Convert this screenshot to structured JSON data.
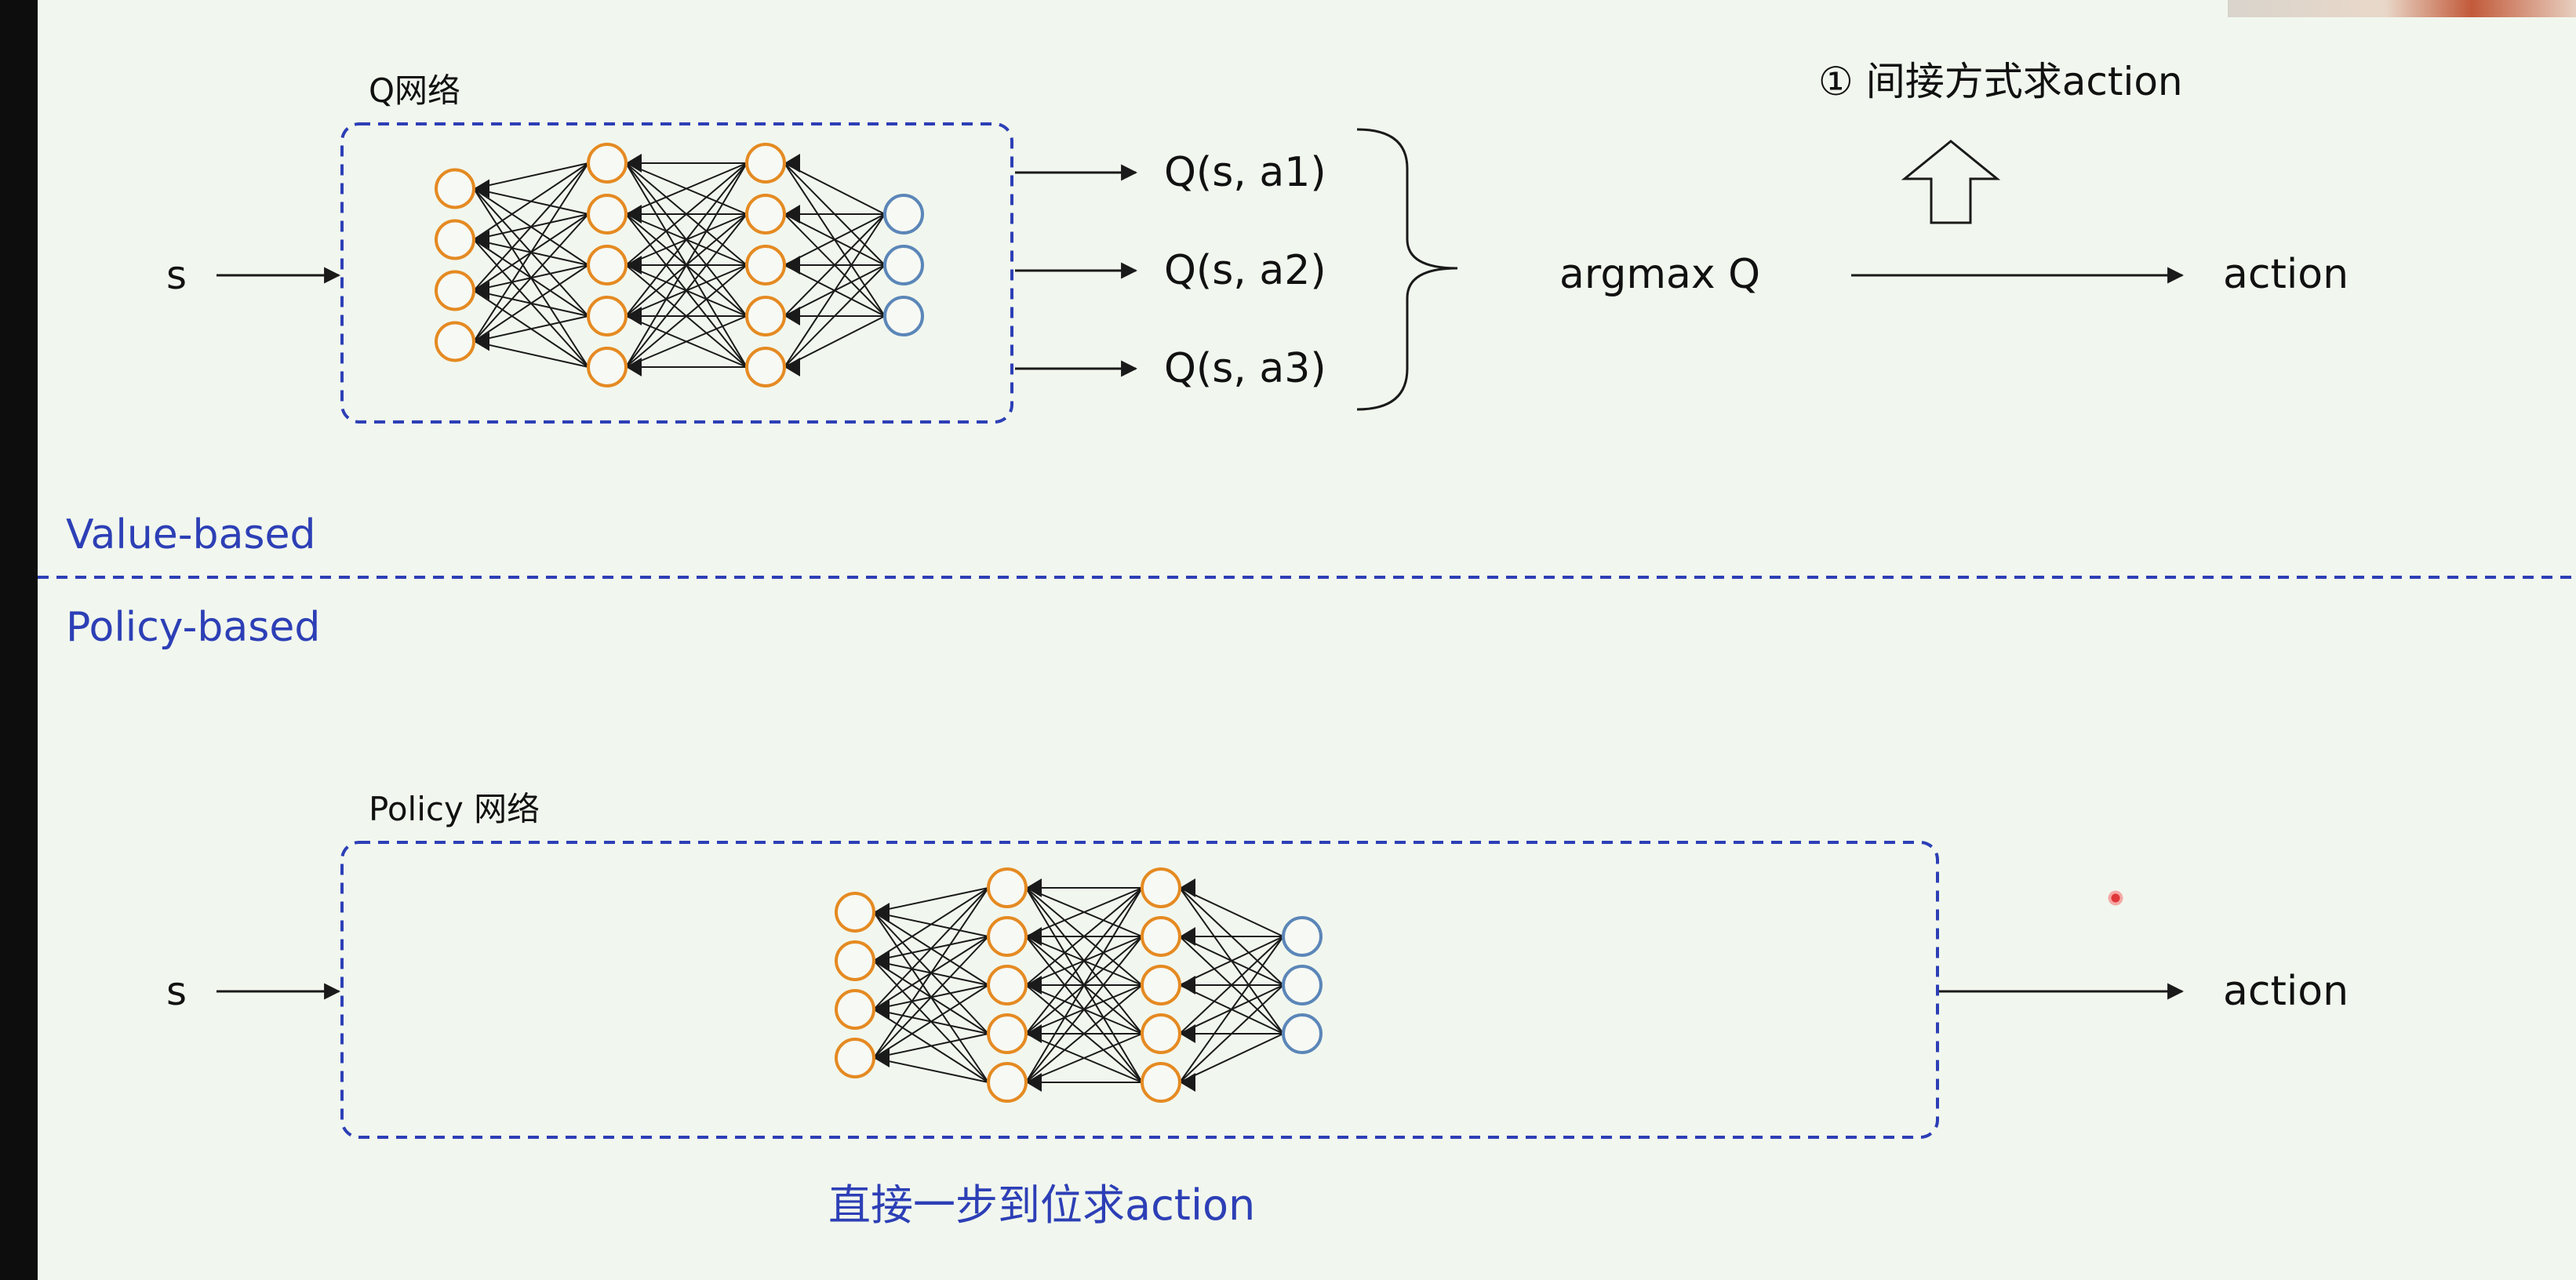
{
  "colors": {
    "background": "#f1f7ee",
    "accent_blue": "#2d3fb6",
    "input_neuron": "#e58a22",
    "output_neuron": "#5b86b8",
    "line": "#1a1a1a"
  },
  "value_based": {
    "section_label": "Value-based",
    "network_label": "Q网络",
    "input_label": "s",
    "outputs": [
      "Q(s, a1)",
      "Q(s, a2)",
      "Q(s, a3)"
    ],
    "selector": "argmax Q",
    "result_label": "action",
    "note": "① 间接方式求action"
  },
  "policy_based": {
    "section_label": "Policy-based",
    "network_label": "Policy 网络",
    "input_label": "s",
    "result_label": "action",
    "note": "直接一步到位求action"
  },
  "network": {
    "layer_sizes": [
      4,
      5,
      5,
      3
    ]
  },
  "icons": [
    "up-arrow-outline-icon",
    "cursor-dot-icon"
  ]
}
